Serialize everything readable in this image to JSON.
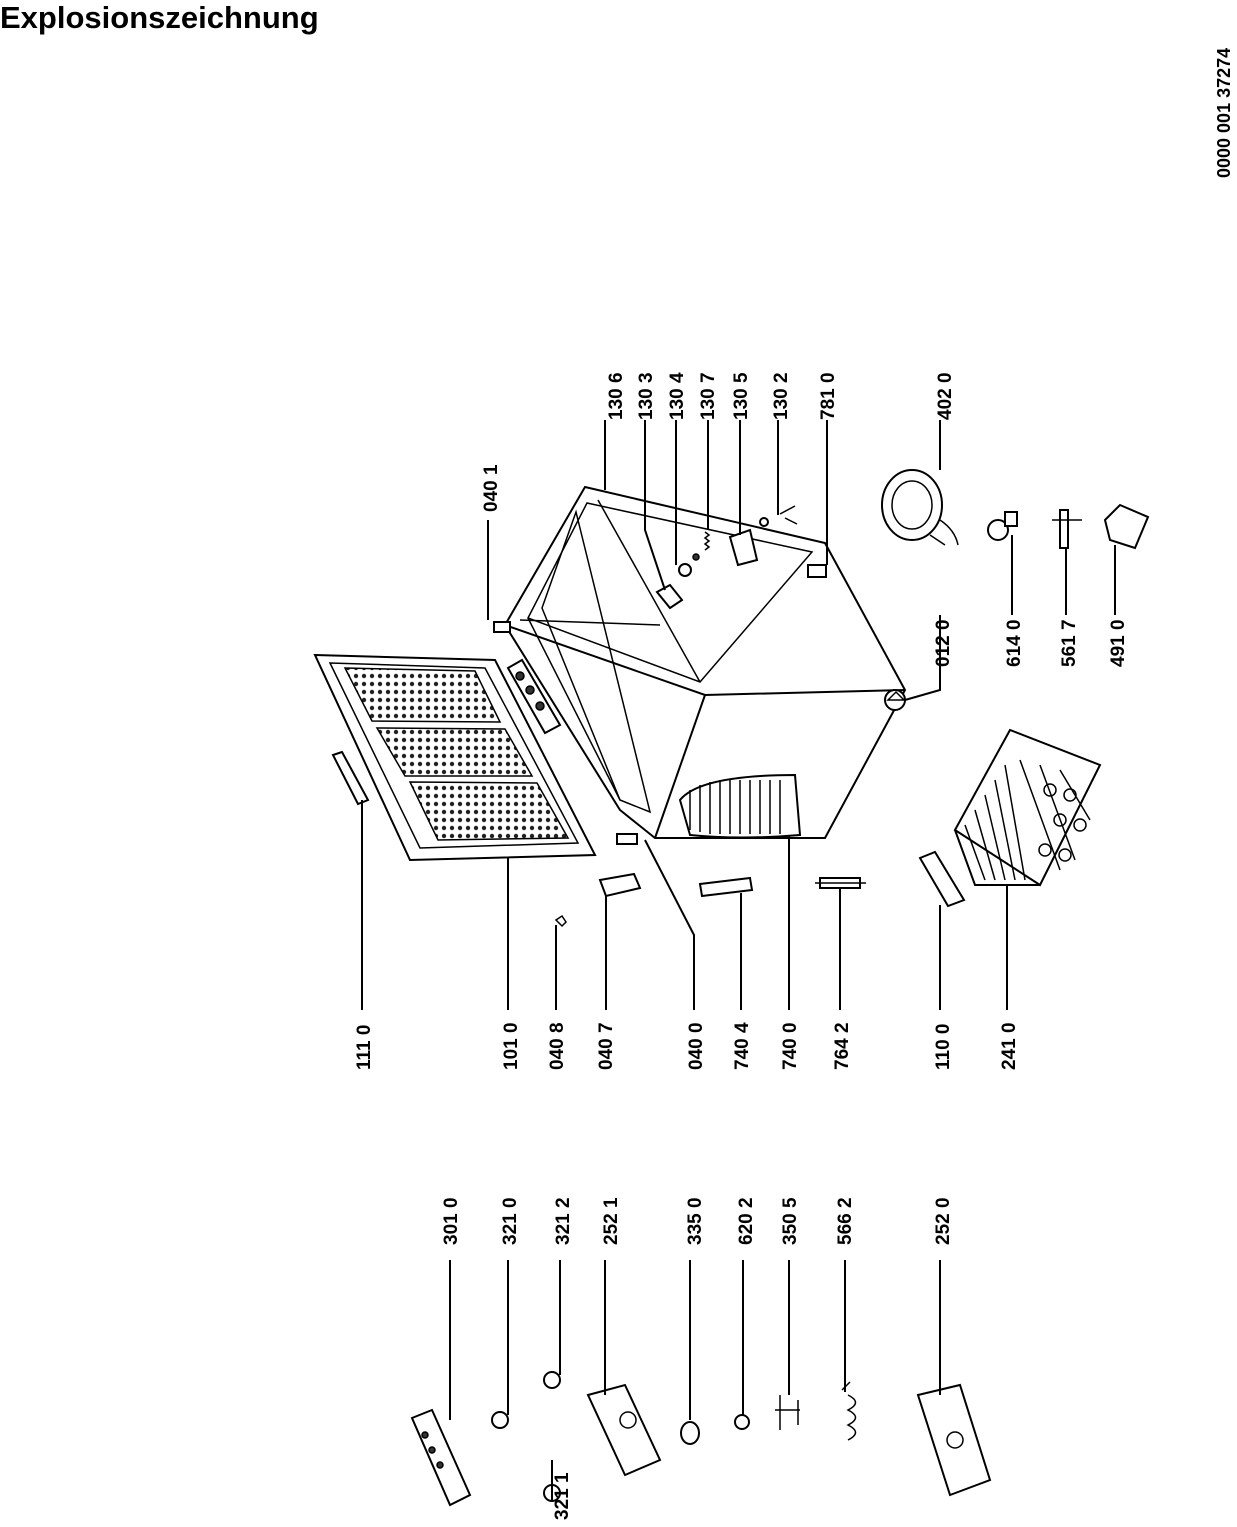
{
  "title": "Explosionszeichnung",
  "document_number": "0000 001 37274",
  "parts": [
    {
      "id": "p1110",
      "label": "111 0"
    },
    {
      "id": "p1010",
      "label": "101 0"
    },
    {
      "id": "p0408",
      "label": "040 8"
    },
    {
      "id": "p0407",
      "label": "040 7"
    },
    {
      "id": "p0400",
      "label": "040 0"
    },
    {
      "id": "p7404",
      "label": "740 4"
    },
    {
      "id": "p7400",
      "label": "740 0"
    },
    {
      "id": "p7642",
      "label": "764 2"
    },
    {
      "id": "p1100",
      "label": "110 0"
    },
    {
      "id": "p2410",
      "label": "241 0"
    },
    {
      "id": "p0401",
      "label": "040 1"
    },
    {
      "id": "p1306",
      "label": "130 6"
    },
    {
      "id": "p1303",
      "label": "130 3"
    },
    {
      "id": "p1304",
      "label": "130 4"
    },
    {
      "id": "p1307",
      "label": "130 7"
    },
    {
      "id": "p1305",
      "label": "130 5"
    },
    {
      "id": "p1302",
      "label": "130 2"
    },
    {
      "id": "p7810",
      "label": "781 0"
    },
    {
      "id": "p4020",
      "label": "402 0"
    },
    {
      "id": "p0120",
      "label": "012 0"
    },
    {
      "id": "p6140",
      "label": "614 0"
    },
    {
      "id": "p5617",
      "label": "561 7"
    },
    {
      "id": "p4910",
      "label": "491 0"
    },
    {
      "id": "p3010",
      "label": "301 0"
    },
    {
      "id": "p3210",
      "label": "321 0"
    },
    {
      "id": "p3212",
      "label": "321 2"
    },
    {
      "id": "p2521",
      "label": "252 1"
    },
    {
      "id": "p3350",
      "label": "335 0"
    },
    {
      "id": "p6202",
      "label": "620 2"
    },
    {
      "id": "p3505",
      "label": "350 5"
    },
    {
      "id": "p5662",
      "label": "566 2"
    },
    {
      "id": "p2520",
      "label": "252 0"
    },
    {
      "id": "p3211",
      "label": "321 1"
    }
  ]
}
